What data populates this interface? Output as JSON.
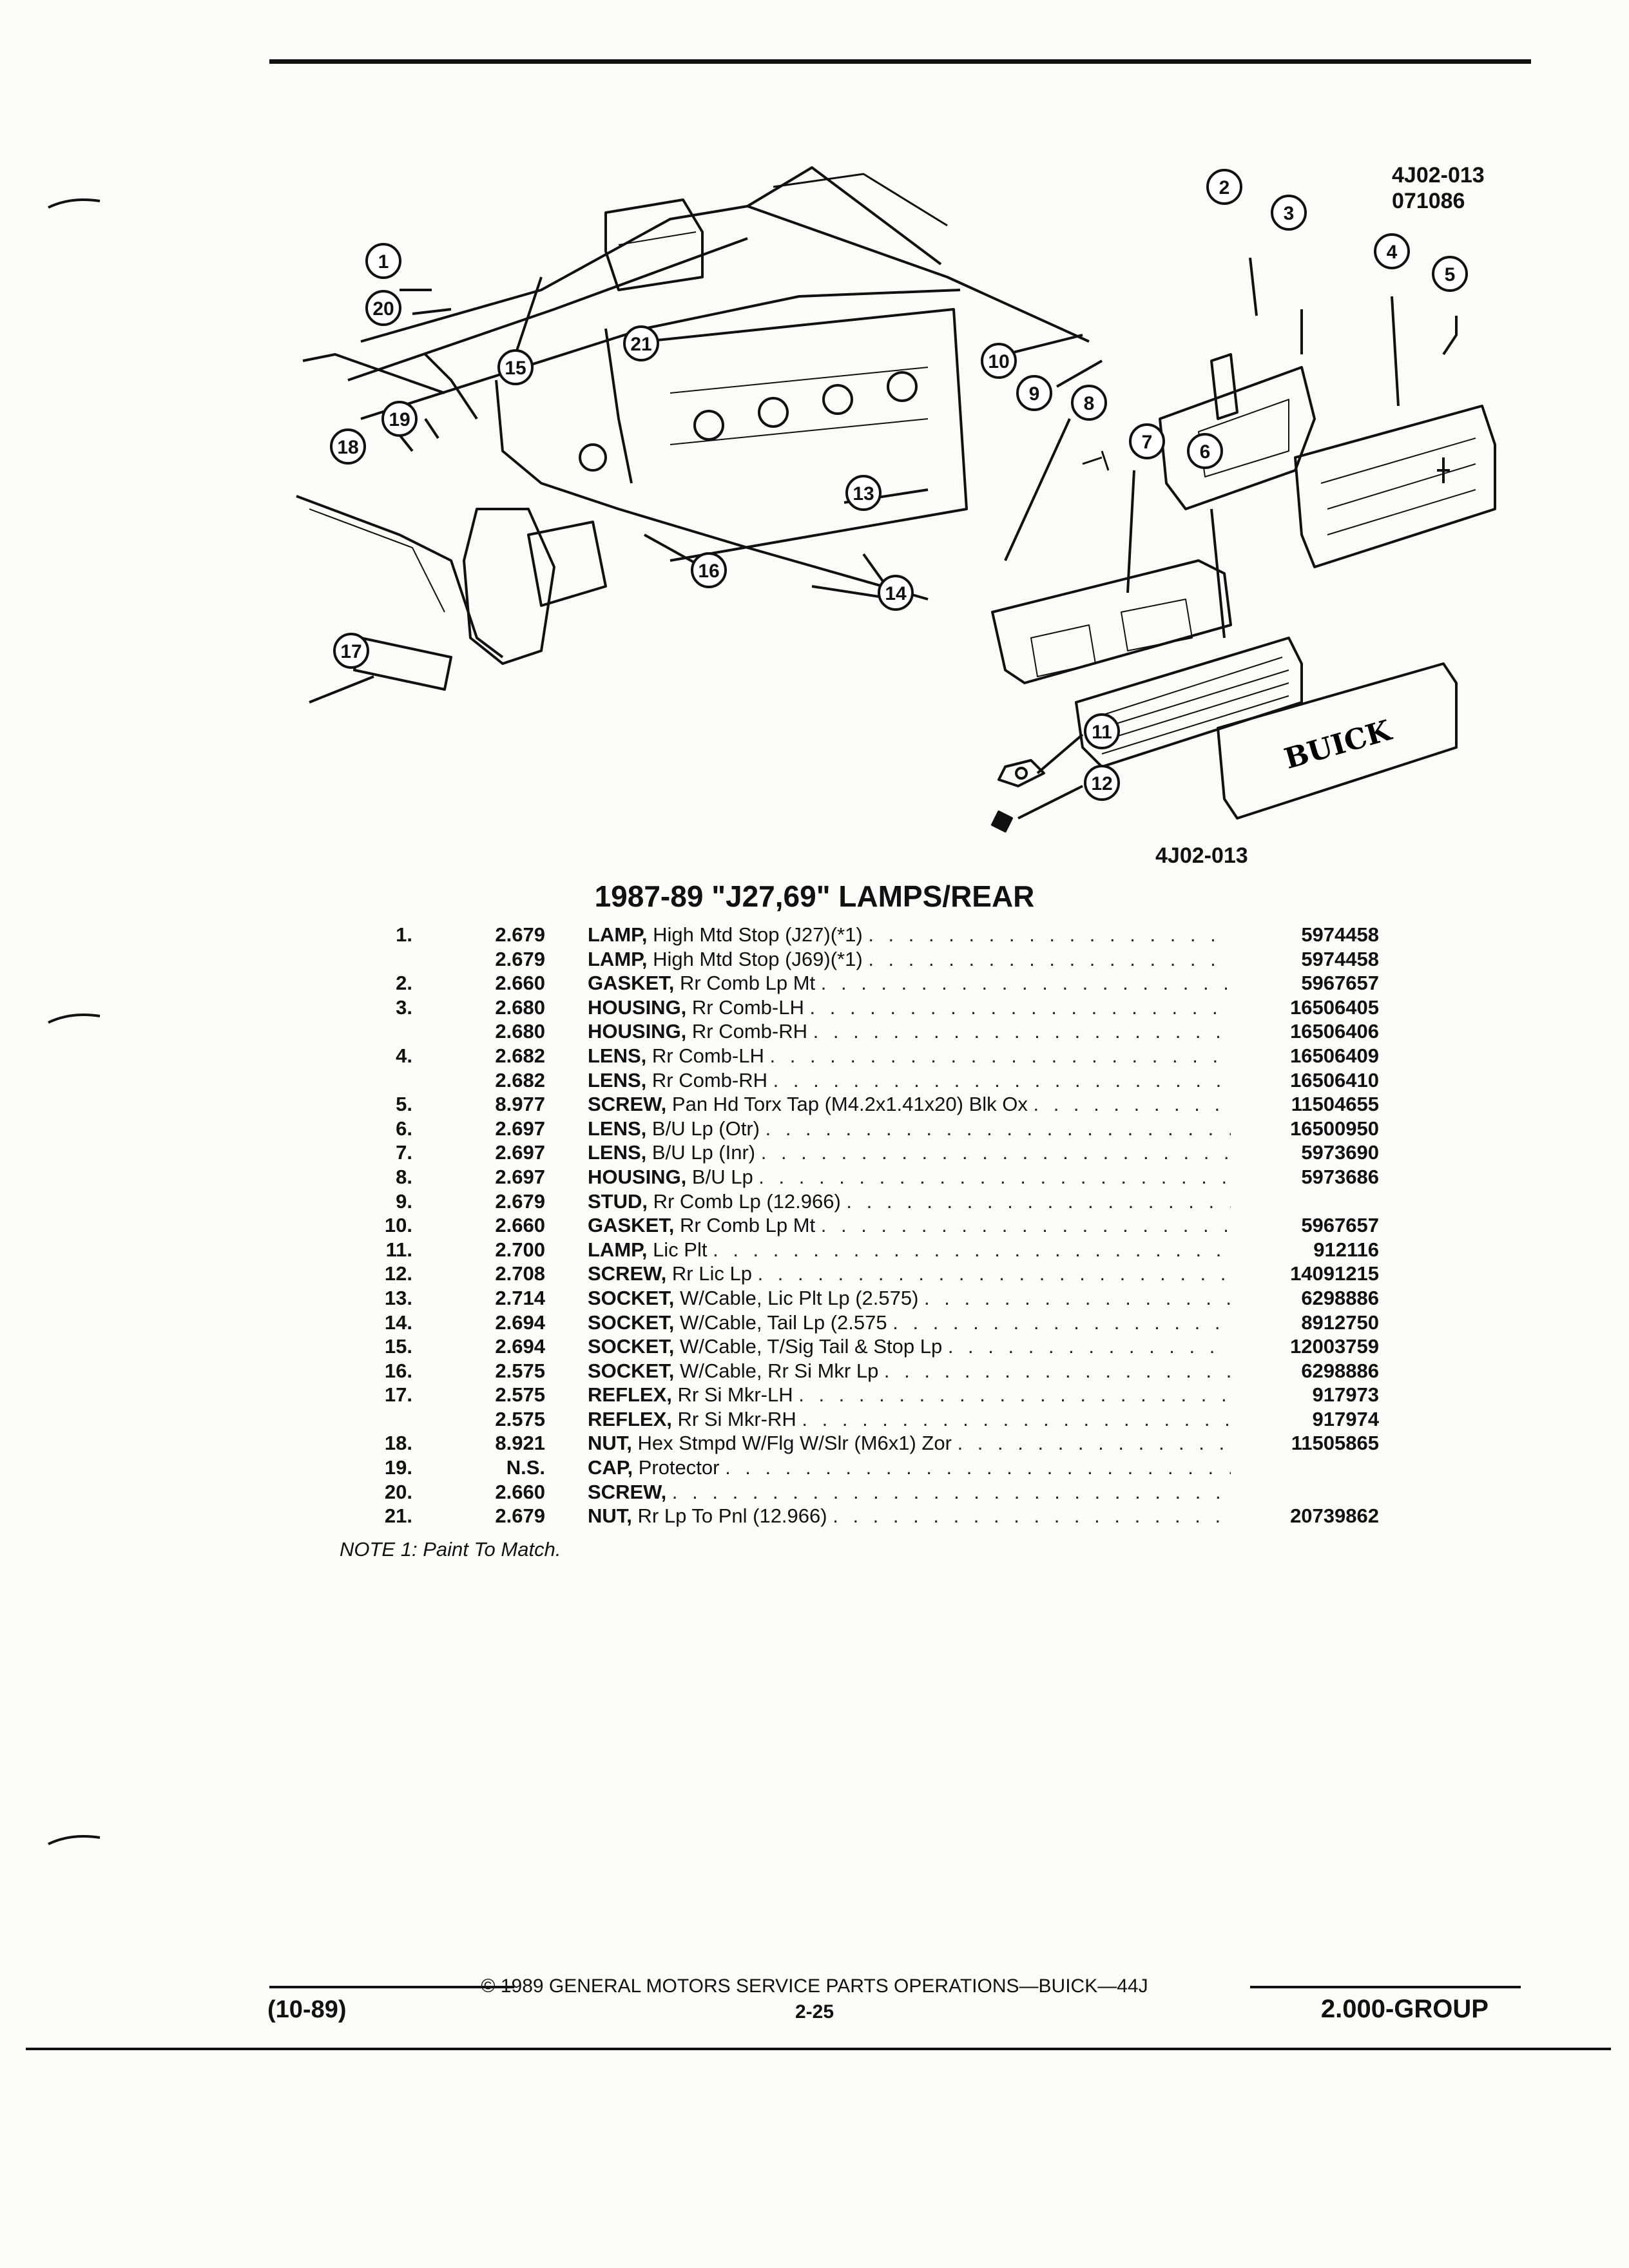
{
  "header": {
    "drawing_code_top": "4J02-013",
    "drawing_date": "071086",
    "drawing_code_bottom": "4J02-013"
  },
  "diagram": {
    "callouts": [
      "1",
      "2",
      "3",
      "4",
      "5",
      "6",
      "7",
      "8",
      "9",
      "10",
      "11",
      "12",
      "13",
      "14",
      "15",
      "16",
      "17",
      "18",
      "19",
      "20",
      "21"
    ],
    "emblem_text": "BUICK"
  },
  "section": {
    "title": "1987-89 \"J27,69\" LAMPS/REAR"
  },
  "parts": [
    {
      "num": "1.",
      "group": "2.679",
      "name": "LAMP,",
      "desc": "High Mtd Stop (J27)(*1)",
      "part": "5974458"
    },
    {
      "num": "",
      "group": "2.679",
      "name": "LAMP,",
      "desc": "High Mtd Stop (J69)(*1)",
      "part": "5974458"
    },
    {
      "num": "2.",
      "group": "2.660",
      "name": "GASKET,",
      "desc": "Rr Comb Lp Mt",
      "part": "5967657"
    },
    {
      "num": "3.",
      "group": "2.680",
      "name": "HOUSING,",
      "desc": "Rr Comb-LH",
      "part": "16506405"
    },
    {
      "num": "",
      "group": "2.680",
      "name": "HOUSING,",
      "desc": "Rr Comb-RH",
      "part": "16506406"
    },
    {
      "num": "4.",
      "group": "2.682",
      "name": "LENS,",
      "desc": "Rr Comb-LH",
      "part": "16506409"
    },
    {
      "num": "",
      "group": "2.682",
      "name": "LENS,",
      "desc": "Rr Comb-RH",
      "part": "16506410"
    },
    {
      "num": "5.",
      "group": "8.977",
      "name": "SCREW,",
      "desc": "Pan Hd Torx Tap (M4.2x1.41x20) Blk Ox",
      "part": "11504655"
    },
    {
      "num": "6.",
      "group": "2.697",
      "name": "LENS,",
      "desc": "B/U Lp (Otr)",
      "part": "16500950"
    },
    {
      "num": "7.",
      "group": "2.697",
      "name": "LENS,",
      "desc": "B/U Lp (Inr)",
      "part": "5973690"
    },
    {
      "num": "8.",
      "group": "2.697",
      "name": "HOUSING,",
      "desc": "B/U Lp",
      "part": "5973686"
    },
    {
      "num": "9.",
      "group": "2.679",
      "name": "STUD,",
      "desc": "Rr Comb Lp (12.966)",
      "part": ""
    },
    {
      "num": "10.",
      "group": "2.660",
      "name": "GASKET,",
      "desc": "Rr Comb Lp Mt",
      "part": "5967657"
    },
    {
      "num": "11.",
      "group": "2.700",
      "name": "LAMP,",
      "desc": "Lic Plt",
      "part": "912116"
    },
    {
      "num": "12.",
      "group": "2.708",
      "name": "SCREW,",
      "desc": "Rr Lic Lp",
      "part": "14091215"
    },
    {
      "num": "13.",
      "group": "2.714",
      "name": "SOCKET,",
      "desc": "W/Cable, Lic Plt Lp (2.575)",
      "part": "6298886"
    },
    {
      "num": "14.",
      "group": "2.694",
      "name": "SOCKET,",
      "desc": "W/Cable, Tail Lp (2.575",
      "part": "8912750"
    },
    {
      "num": "15.",
      "group": "2.694",
      "name": "SOCKET,",
      "desc": "W/Cable, T/Sig Tail & Stop Lp",
      "part": "12003759"
    },
    {
      "num": "16.",
      "group": "2.575",
      "name": "SOCKET,",
      "desc": "W/Cable, Rr Si Mkr Lp",
      "part": "6298886"
    },
    {
      "num": "17.",
      "group": "2.575",
      "name": "REFLEX,",
      "desc": "Rr Si Mkr-LH",
      "part": "917973"
    },
    {
      "num": "",
      "group": "2.575",
      "name": "REFLEX,",
      "desc": "Rr Si Mkr-RH",
      "part": "917974"
    },
    {
      "num": "18.",
      "group": "8.921",
      "name": "NUT,",
      "desc": "Hex Stmpd W/Flg W/Slr (M6x1) Zor",
      "part": "11505865"
    },
    {
      "num": "19.",
      "group": "N.S.",
      "name": "CAP,",
      "desc": "Protector",
      "part": ""
    },
    {
      "num": "20.",
      "group": "2.660",
      "name": "SCREW,",
      "desc": "",
      "part": ""
    },
    {
      "num": "21.",
      "group": "2.679",
      "name": "NUT,",
      "desc": "Rr Lp To Pnl (12.966)",
      "part": "20739862"
    }
  ],
  "note": "NOTE 1: Paint To Match.",
  "footer": {
    "copyright": "© 1989 GENERAL MOTORS SERVICE PARTS OPERATIONS—BUICK—44J",
    "page": "2-25",
    "date": "(10-89)",
    "group": "2.000-GROUP"
  }
}
